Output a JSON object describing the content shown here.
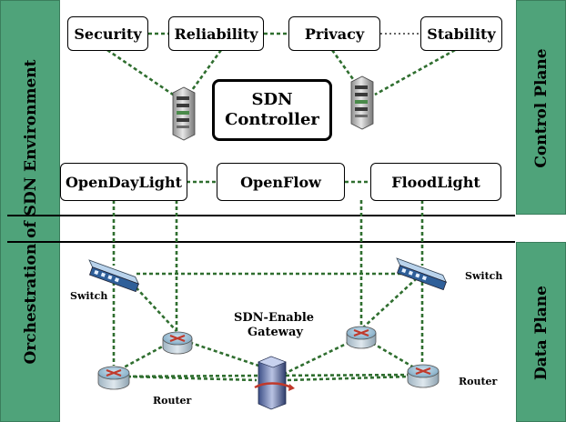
{
  "side": {
    "left_label": "Orchestration of SDN Environment",
    "right_top_label": "Control Plane",
    "right_bottom_label": "Data Plane"
  },
  "top_boxes": [
    "Security",
    "Reliability",
    "Privacy",
    "Stability"
  ],
  "controller": {
    "line1": "SDN",
    "line2": "Controller"
  },
  "protocol_boxes": [
    "OpenDayLight",
    "OpenFlow",
    "FloodLight"
  ],
  "device_labels": {
    "switch_left": "Switch",
    "switch_right": "Switch",
    "gateway_line1": "SDN-Enable",
    "gateway_line2": "Gateway",
    "router_left": "Router",
    "router_right": "Router"
  },
  "colors": {
    "band": "#4fa37a",
    "link": "#2f6e2f"
  }
}
